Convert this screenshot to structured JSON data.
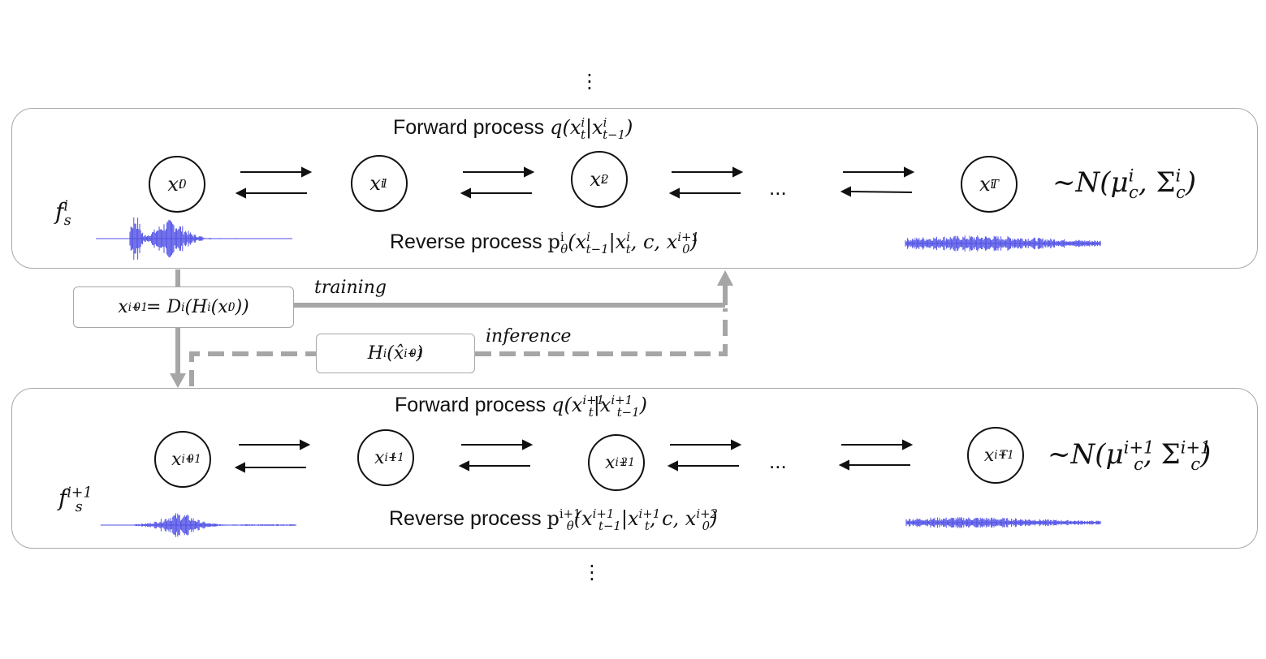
{
  "top_ellipsis": "⋮",
  "bottom_ellipsis": "⋮",
  "stage_i": {
    "forward_label": "Forward process",
    "forward_formula": "q(x_t^i | x_{t-1}^i)",
    "reverse_label": "Reverse process",
    "reverse_formula": "p_θ^i(x_{t-1}^i | x_t^i, c, x_0^{i+1})",
    "sample_rate": "f_s^i",
    "nodes": [
      "x_0^i",
      "x_1^i",
      "x_2^i",
      "...",
      "x_T^i"
    ],
    "prior": "~N(μ_c^i, Σ_c^i)"
  },
  "stage_i1": {
    "forward_label": "Forward process",
    "forward_formula": "q(x_t^{i+1} | x_{t-1}^{i+1})",
    "reverse_label": "Reverse process",
    "reverse_formula": "p_θ^{i+1}(x_{t-1}^{i+1} | x_t^{i+1}, c, x_0^{i+2})",
    "sample_rate": "f_s^{i+1}",
    "nodes": [
      "x_0^{i+1}",
      "x_1^{i+1}",
      "x_2^{i+1}",
      "...",
      "x_T^{i+1}"
    ],
    "prior": "~N(μ_c^{i+1}, Σ_c^{i+1})"
  },
  "downsample_box": "x_0^{i+1} = D^i(H^i(x_0^i))",
  "inference_box": "H^i(x̂_0^{i+1})",
  "training_label": "training",
  "inference_label": "inference",
  "colors": {
    "panel_border": "#a8a8a8",
    "connector": "#a6a6a6",
    "waveform": "#4f4fe6",
    "arrow": "#111111"
  }
}
